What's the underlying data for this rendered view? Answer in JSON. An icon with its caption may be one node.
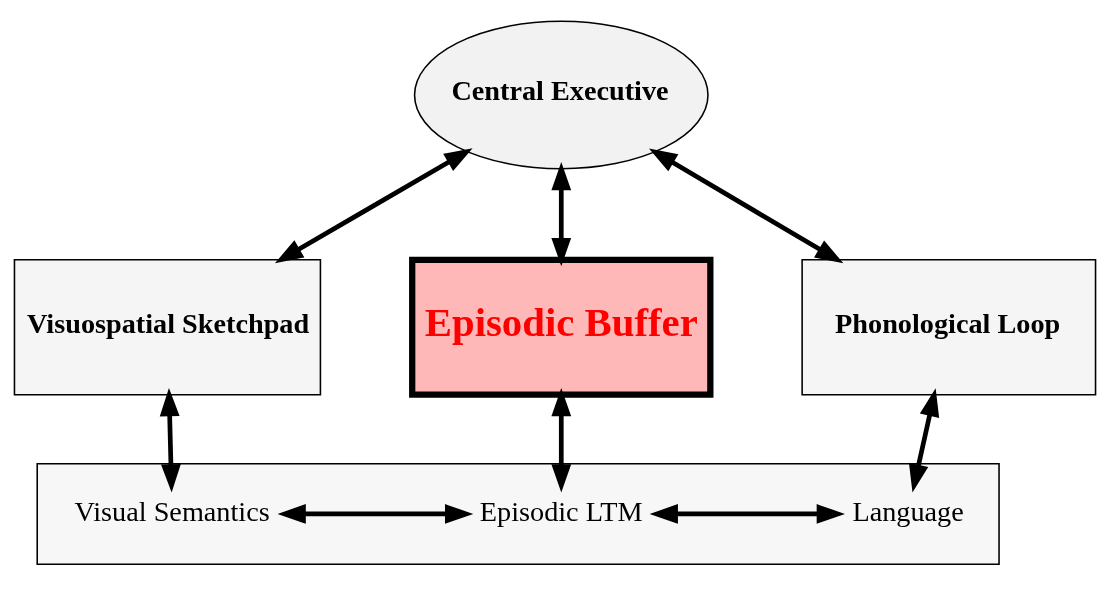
{
  "diagram": {
    "nodes": [
      {
        "text": [
          "Central Executive"
        ]
      },
      {
        "text": [
          "Visuospatial Sketchpad"
        ]
      },
      {
        "text": [
          "Episodic Buffer"
        ]
      },
      {
        "text": [
          "Phonological Loop"
        ]
      },
      {
        "text": [],
        "shape": "box"
      },
      {
        "text": [
          "Visual Semantics"
        ],
        "in": 4
      },
      {
        "text": [
          "Episodic LTM"
        ],
        "in": 4
      },
      {
        "text": [
          "Language"
        ],
        "in": 4
      }
    ],
    "edges": [
      {
        "from": 0,
        "to": 1,
        "arrow": "both"
      },
      {
        "from": 0,
        "to": 2,
        "arrow": "both"
      },
      {
        "from": 0,
        "to": 3,
        "arrow": "both"
      },
      {
        "from": 1,
        "to": 5,
        "arrow": "both"
      },
      {
        "from": 2,
        "to": 6,
        "arrow": "both"
      },
      {
        "from": 3,
        "to": 7,
        "arrow": "both"
      },
      {
        "from": 5,
        "to": 6,
        "arrow": "both"
      },
      {
        "from": 6,
        "to": 7,
        "arrow": "both"
      }
    ]
  }
}
